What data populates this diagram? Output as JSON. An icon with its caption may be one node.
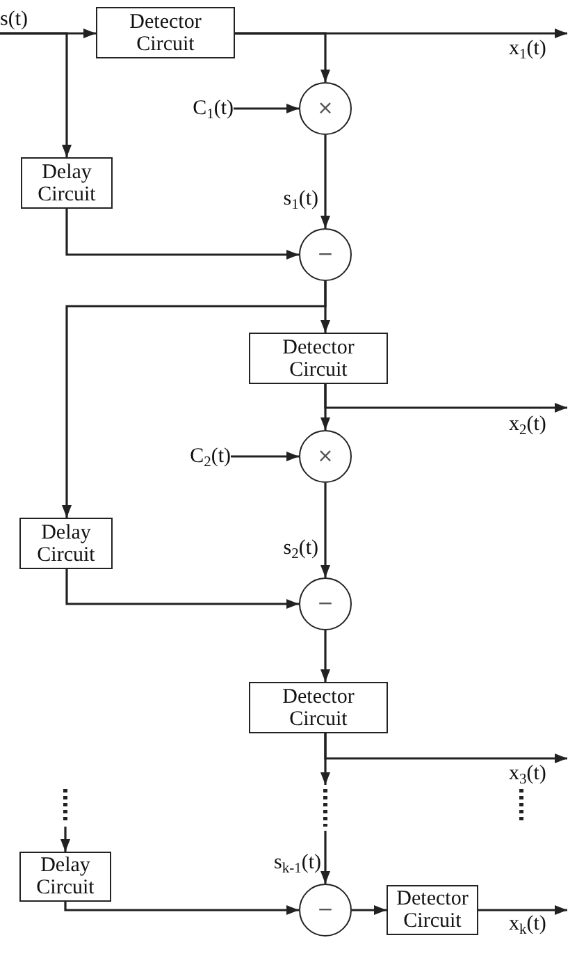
{
  "diagram": {
    "nodes": [
      {
        "text": [
          "s(t)"
        ]
      },
      {
        "text": [
          "Detector Circuit"
        ]
      },
      {
        "text": [
          "C$_{1}$(t)"
        ]
      },
      {
        "text": [
          "×"
        ]
      },
      {
        "text": [
          "Delay Circuit"
        ]
      },
      {
        "text": [
          "−"
        ]
      },
      {
        "text": [
          "Detector Circuit"
        ]
      },
      {
        "text": [
          "C$_{2}$(t)"
        ]
      },
      {
        "text": [
          "×"
        ]
      },
      {
        "text": [
          "Delay Circuit"
        ]
      },
      {
        "text": [
          "−"
        ]
      },
      {
        "text": [
          "Detector Circuit"
        ]
      },
      {
        "text": [
          "Delay Circuit"
        ]
      },
      {
        "text": [
          "−"
        ]
      },
      {
        "text": [
          "Detector Circuit"
        ]
      }
    ],
    "edges": [
      {
        "from": 0,
        "to": 1,
        "arrow": "to"
      },
      {
        "from": 0,
        "to": 4,
        "arrow": "to"
      },
      {
        "from": 1,
        "to": null,
        "arrow": "to",
        "label": "x$_{1}$(t)"
      },
      {
        "from": 1,
        "to": 3,
        "arrow": "to"
      },
      {
        "from": 2,
        "to": 3,
        "arrow": "to"
      },
      {
        "from": 3,
        "to": 5,
        "arrow": "to",
        "label": "s$_{1}$(t)"
      },
      {
        "from": 4,
        "to": 5,
        "arrow": "to"
      },
      {
        "from": 5,
        "to": 6,
        "arrow": "to"
      },
      {
        "from": 5,
        "to": 9,
        "arrow": "to"
      },
      {
        "from": 6,
        "to": null,
        "arrow": "to",
        "label": "x$_{2}$(t)"
      },
      {
        "from": 6,
        "to": 8,
        "arrow": "to"
      },
      {
        "from": 7,
        "to": 8,
        "arrow": "to"
      },
      {
        "from": 8,
        "to": 10,
        "arrow": "to",
        "label": "s$_{2}$(t)"
      },
      {
        "from": 9,
        "to": 10,
        "arrow": "to"
      },
      {
        "from": 10,
        "to": 11,
        "arrow": "to"
      },
      {
        "from": 11,
        "to": null,
        "arrow": "to",
        "label": "x$_{3}$(t)"
      },
      {
        "from": 11,
        "to": null,
        "arrow": "to"
      },
      {
        "from": null,
        "to": 13,
        "arrow": "to",
        "label": "s$_{k-1}$(t)"
      },
      {
        "from": null,
        "to": 12,
        "arrow": "to"
      },
      {
        "from": 12,
        "to": 13,
        "arrow": "to"
      },
      {
        "from": 13,
        "to": 14,
        "arrow": "to"
      },
      {
        "from": 14,
        "to": null,
        "arrow": "to",
        "label": "x$_{k}$(t)"
      }
    ]
  }
}
